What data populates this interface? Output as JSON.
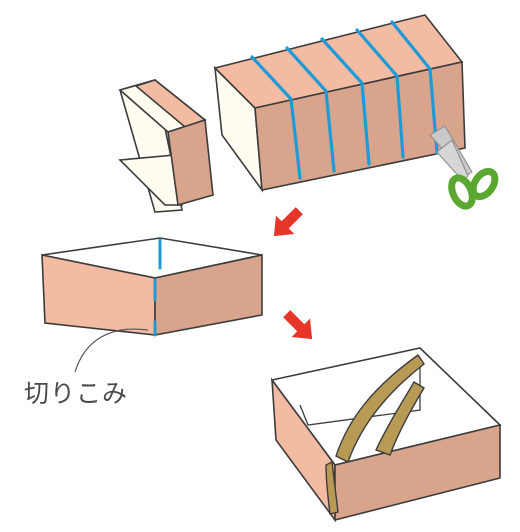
{
  "labels": {
    "notch": "切りこみ"
  },
  "colors": {
    "box_front": "#f2bba2",
    "box_side": "#d8a48c",
    "box_inner": "#fffdf2",
    "outline": "#3c3c3c",
    "tape": "#1d9bd9",
    "arrow": "#e8352a",
    "scissors_handle": "#5aa832",
    "scissors_blade": "#bfbfbf",
    "strap": "#b89a55"
  },
  "steps": [
    {
      "name": "cut-carton"
    },
    {
      "name": "open-box"
    },
    {
      "name": "finished-box"
    }
  ]
}
